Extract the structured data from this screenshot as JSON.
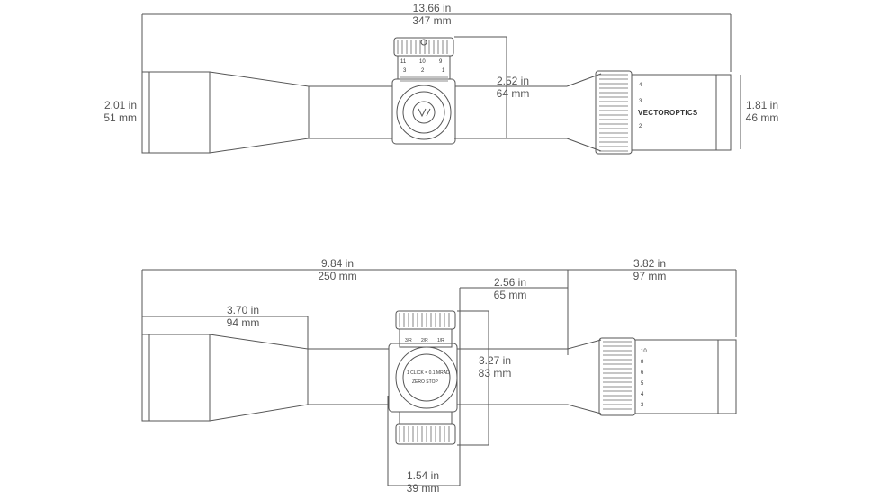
{
  "brand_label": "VECTOROPTICS",
  "top_view": {
    "overall_length": {
      "in": "13.66 in",
      "mm": "347 mm"
    },
    "objective_diameter": {
      "in": "2.01 in",
      "mm": "51 mm"
    },
    "turret_height": {
      "in": "2.52  in",
      "mm": "64 mm"
    },
    "eyepiece_diameter": {
      "in": "1.81 in",
      "mm": "46 mm"
    },
    "turret_scale_top": [
      "11",
      "10",
      "9"
    ],
    "turret_scale_bottom": [
      "3",
      "2",
      "1"
    ],
    "magnification_marks": [
      "4",
      "3",
      "2"
    ]
  },
  "side_view": {
    "objective_to_eyepiece": {
      "in": "9.84 in",
      "mm": "250 mm"
    },
    "eyepiece_length": {
      "in": "3.82  in",
      "mm": "97 mm"
    },
    "objective_bell_length": {
      "in": "3.70 in",
      "mm": "94 mm"
    },
    "turret_to_ocular": {
      "in": "2.56 in",
      "mm": "65 mm"
    },
    "turret_total_height": {
      "in": "3.27 in",
      "mm": "83 mm"
    },
    "turret_width": {
      "in": "1.54 in",
      "mm": "39 mm"
    },
    "windage_marks": [
      "3/R",
      "2/R",
      "1/R"
    ],
    "dial_text": [
      "1 CLICK = 0.1 MRAD",
      "ZERO STOP"
    ],
    "magnification_marks": [
      "3",
      "4",
      "5",
      "6",
      "8",
      "10"
    ]
  }
}
